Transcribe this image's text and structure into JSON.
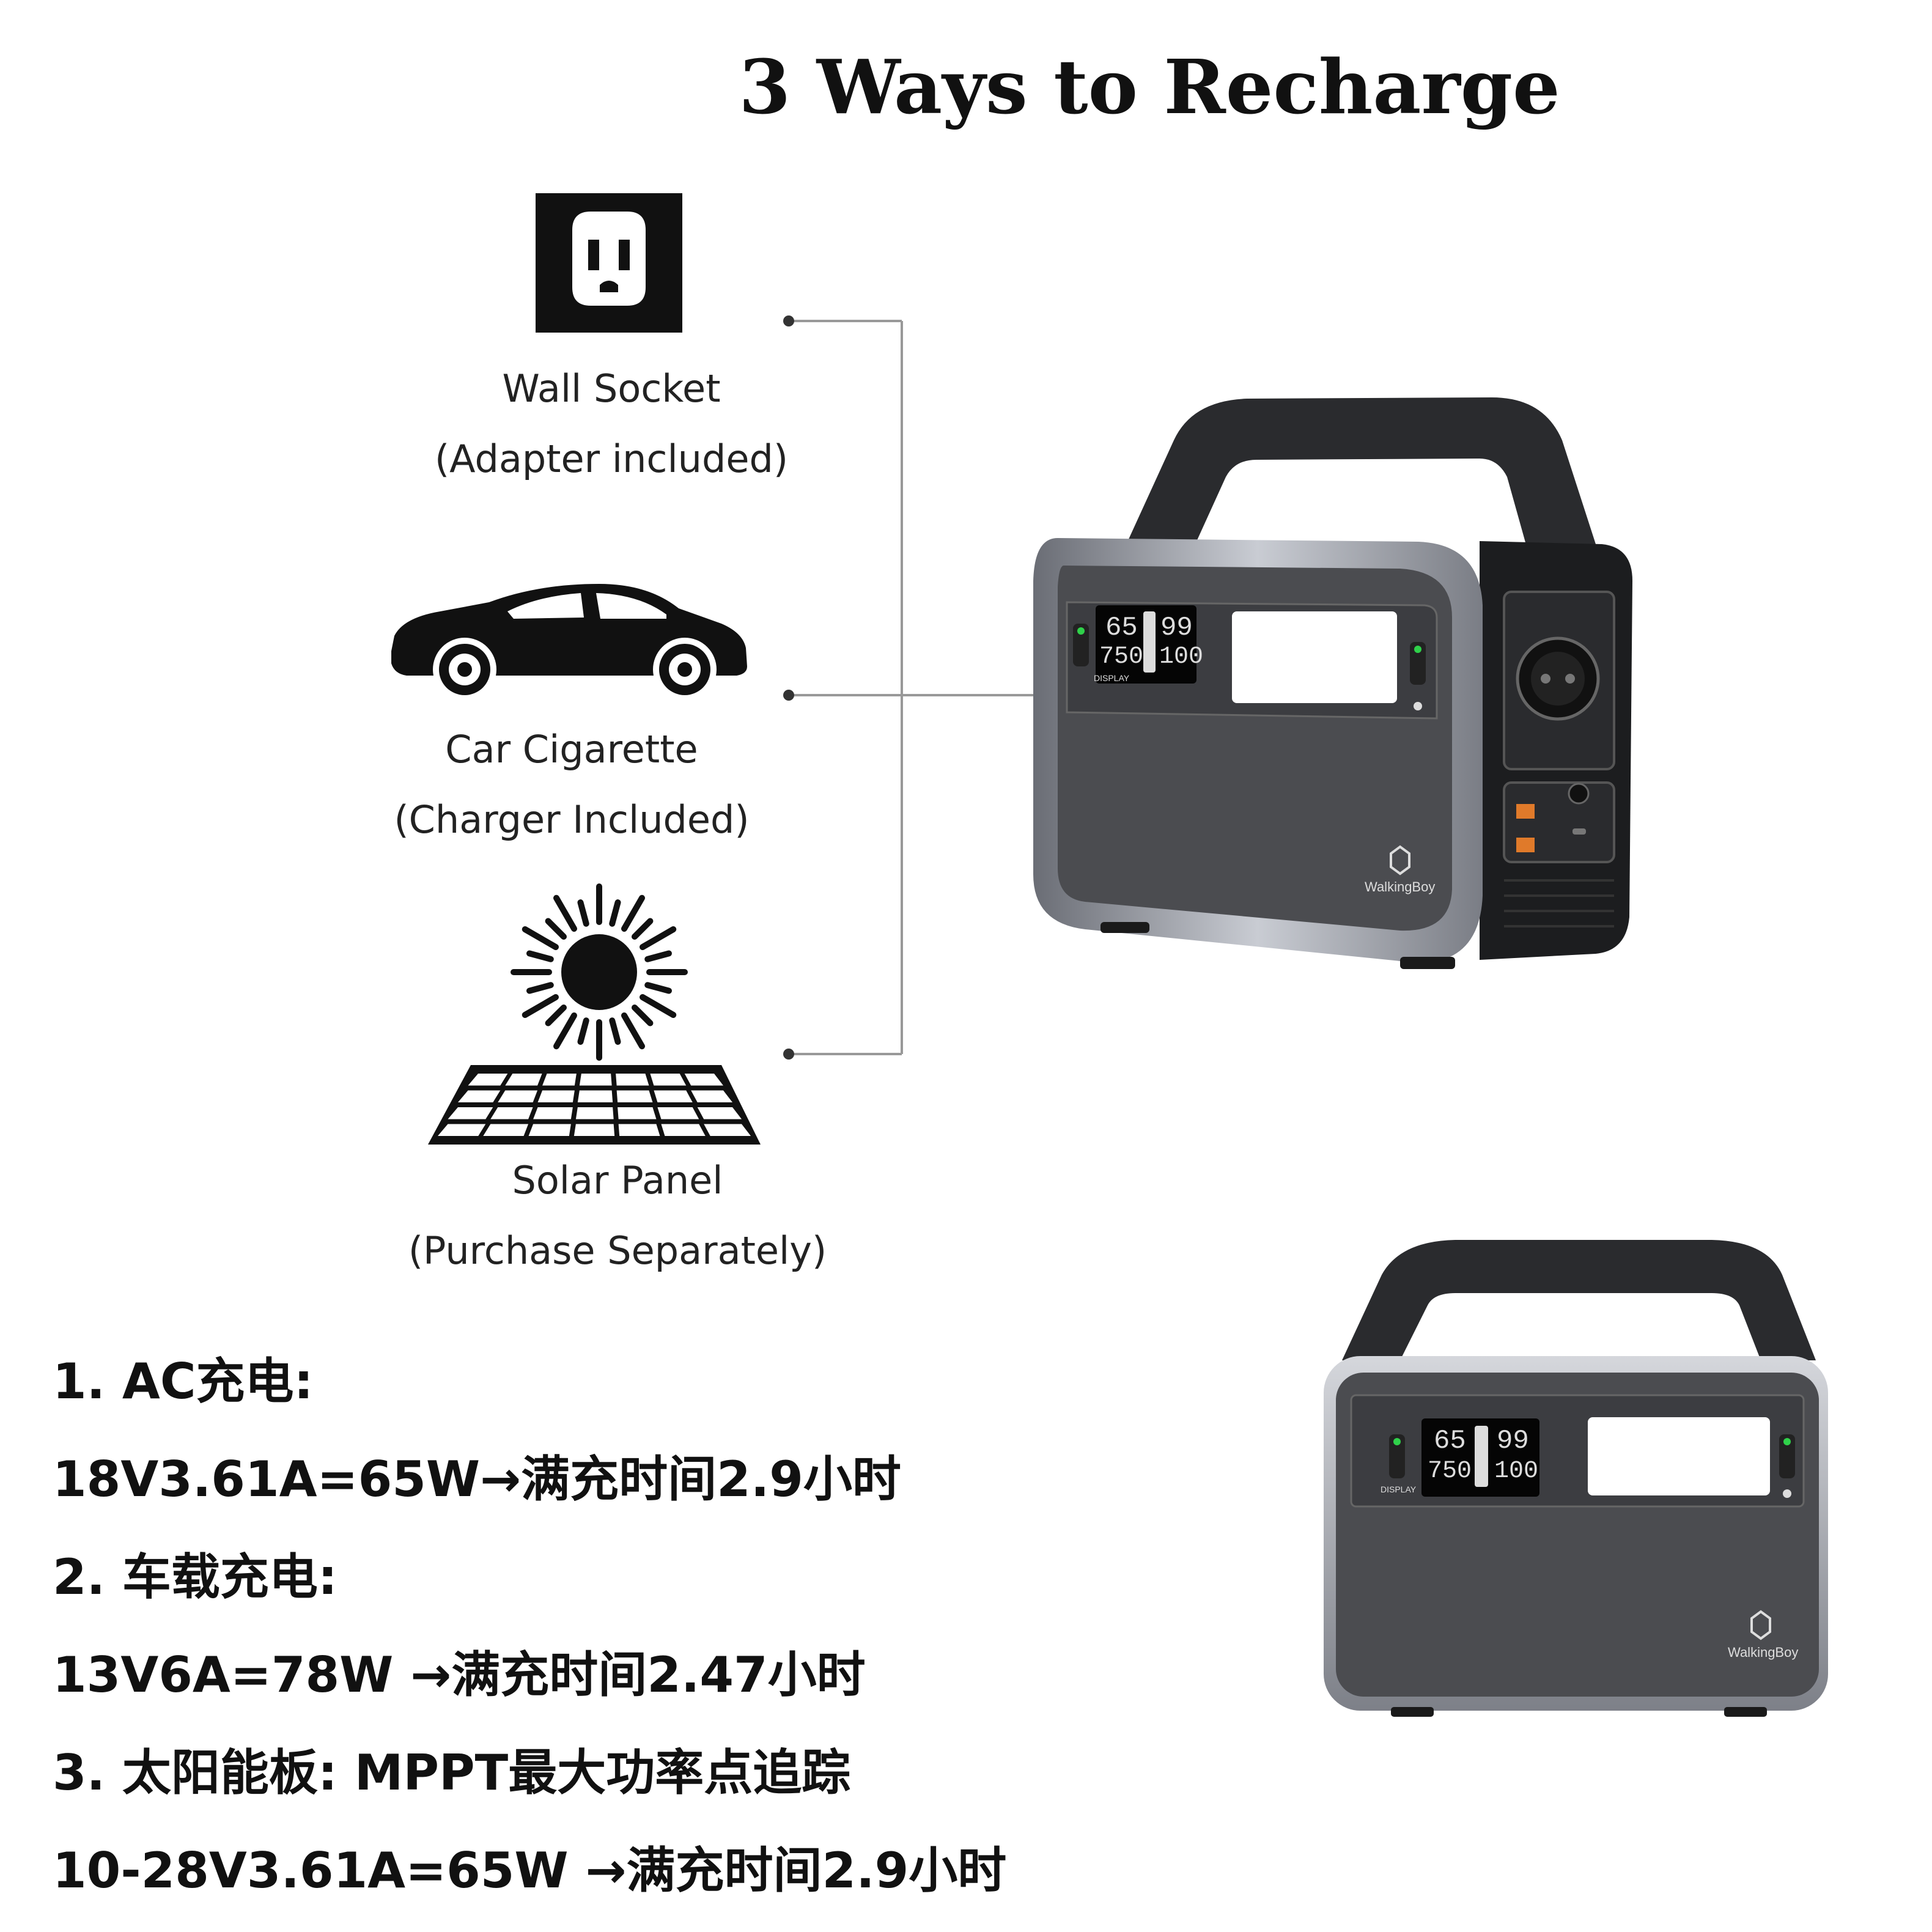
{
  "title": "3 Ways to Recharge",
  "methods": [
    {
      "name": "Wall Socket",
      "note": "(Adapter included)",
      "icon": "wall-socket-icon"
    },
    {
      "name": "Car Cigarette",
      "note": "(Charger Included)",
      "icon": "car-icon"
    },
    {
      "name": "Solar Panel",
      "note": "(Purchase Separately)",
      "icon": "solar-panel-icon"
    }
  ],
  "info_lines": [
    "1. AC充电:",
    "18V3.61A=65W→满充时间2.9小时",
    "2. 车载充电:",
    "13V6A=78W →满充时间2.47小时",
    "3. 太阳能板: MPPT最大功率点追踪",
    "10-28V3.61A=65W →满充时间2.9小时"
  ],
  "device": {
    "brand": "WalkingBoy",
    "display_button": "DISPLAY",
    "lcd": {
      "top_left": "65",
      "top_right": "99",
      "bottom_left": "750",
      "bottom_right": "100"
    }
  }
}
